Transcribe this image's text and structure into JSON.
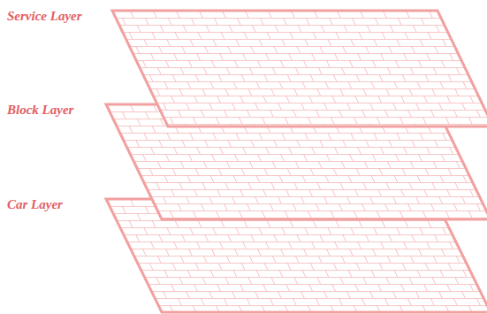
{
  "diagram": {
    "nodes": [
      {
        "text": [
          "Service Layer"
        ]
      },
      {
        "text": [
          "Block Layer"
        ]
      },
      {
        "text": [
          "Car Layer"
        ]
      }
    ]
  }
}
